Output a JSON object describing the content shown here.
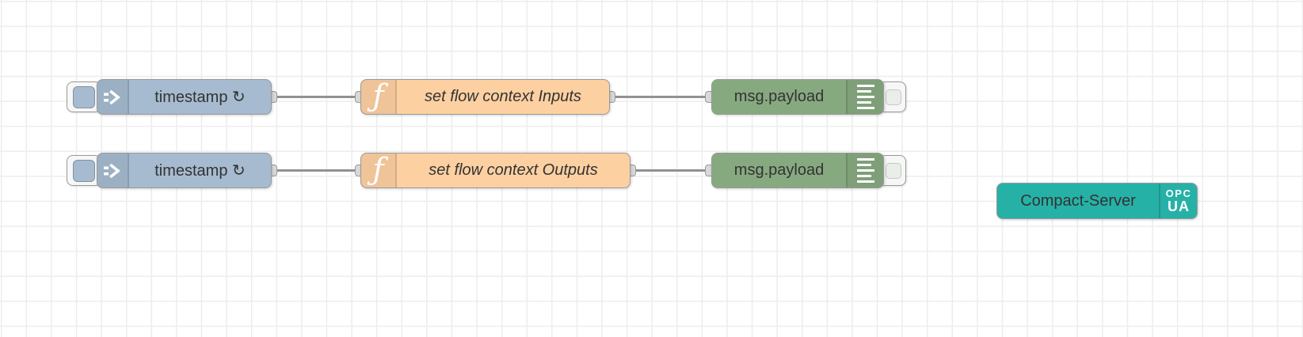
{
  "app": "node-red-flow-editor",
  "colors": {
    "inject": "#a6bbcf",
    "function": "#fdd0a2",
    "debug": "#87a980",
    "server": "#26b1a7",
    "wire": "#919191",
    "port_fill": "#d9d9d9",
    "port_border": "#999999",
    "label": "#333333",
    "grid_line": "#ededed",
    "canvas_bg": "#ffffff"
  },
  "nodes": [
    {
      "id": "inject-1",
      "type": "inject",
      "label": "timestamp ↻"
    },
    {
      "id": "function-1",
      "type": "function",
      "label": "set flow context Inputs",
      "icon": "ƒ"
    },
    {
      "id": "debug-1",
      "type": "debug",
      "label": "msg.payload"
    },
    {
      "id": "inject-2",
      "type": "inject",
      "label": "timestamp ↻"
    },
    {
      "id": "function-2",
      "type": "function",
      "label": "set flow context Outputs",
      "icon": "ƒ"
    },
    {
      "id": "debug-2",
      "type": "debug",
      "label": "msg.payload"
    },
    {
      "id": "server-1",
      "type": "opcua-compact-server",
      "label": "Compact-Server",
      "badge_line1": "OPC",
      "badge_line2": "UA"
    }
  ]
}
